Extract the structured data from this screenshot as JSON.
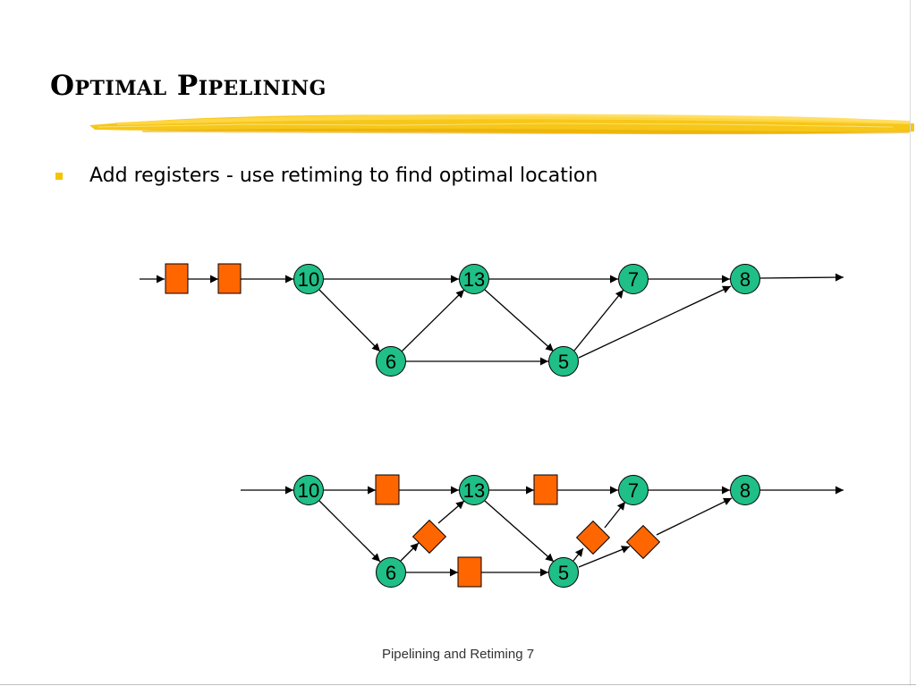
{
  "slide": {
    "title": "Optimal Pipelining",
    "bullets": [
      "Add registers - use retiming to find optimal location"
    ],
    "footer": "Pipelining and Retiming 7"
  },
  "colors": {
    "node_fill": "#1fbf87",
    "register_fill": "#ff6600",
    "bullet": "#f5c400",
    "highlight": "#f5c000"
  },
  "graphs": [
    {
      "name": "before",
      "nodes": [
        {
          "id": "n10",
          "label": "10"
        },
        {
          "id": "n13",
          "label": "13"
        },
        {
          "id": "n7",
          "label": "7"
        },
        {
          "id": "n8",
          "label": "8"
        },
        {
          "id": "n6",
          "label": "6"
        },
        {
          "id": "n5",
          "label": "5"
        }
      ],
      "edges": [
        {
          "from": "input",
          "to": "n10",
          "registers": 2
        },
        {
          "from": "n10",
          "to": "n13",
          "registers": 0
        },
        {
          "from": "n10",
          "to": "n6",
          "registers": 0
        },
        {
          "from": "n6",
          "to": "n13",
          "registers": 0
        },
        {
          "from": "n6",
          "to": "n5",
          "registers": 0
        },
        {
          "from": "n13",
          "to": "n7",
          "registers": 0
        },
        {
          "from": "n13",
          "to": "n5",
          "registers": 0
        },
        {
          "from": "n5",
          "to": "n7",
          "registers": 0
        },
        {
          "from": "n5",
          "to": "n8",
          "registers": 0
        },
        {
          "from": "n7",
          "to": "n8",
          "registers": 0
        },
        {
          "from": "n8",
          "to": "output",
          "registers": 0
        }
      ]
    },
    {
      "name": "after",
      "nodes": [
        {
          "id": "n10",
          "label": "10"
        },
        {
          "id": "n13",
          "label": "13"
        },
        {
          "id": "n7",
          "label": "7"
        },
        {
          "id": "n8",
          "label": "8"
        },
        {
          "id": "n6",
          "label": "6"
        },
        {
          "id": "n5",
          "label": "5"
        }
      ],
      "edges": [
        {
          "from": "input",
          "to": "n10",
          "registers": 0
        },
        {
          "from": "n10",
          "to": "n13",
          "registers": 1
        },
        {
          "from": "n10",
          "to": "n6",
          "registers": 0
        },
        {
          "from": "n6",
          "to": "n13",
          "registers": 1
        },
        {
          "from": "n6",
          "to": "n5",
          "registers": 1
        },
        {
          "from": "n13",
          "to": "n7",
          "registers": 1
        },
        {
          "from": "n13",
          "to": "n5",
          "registers": 0
        },
        {
          "from": "n5",
          "to": "n7",
          "registers": 1
        },
        {
          "from": "n5",
          "to": "n8",
          "registers": 1
        },
        {
          "from": "n7",
          "to": "n8",
          "registers": 0
        },
        {
          "from": "n8",
          "to": "output",
          "registers": 0
        }
      ]
    }
  ]
}
